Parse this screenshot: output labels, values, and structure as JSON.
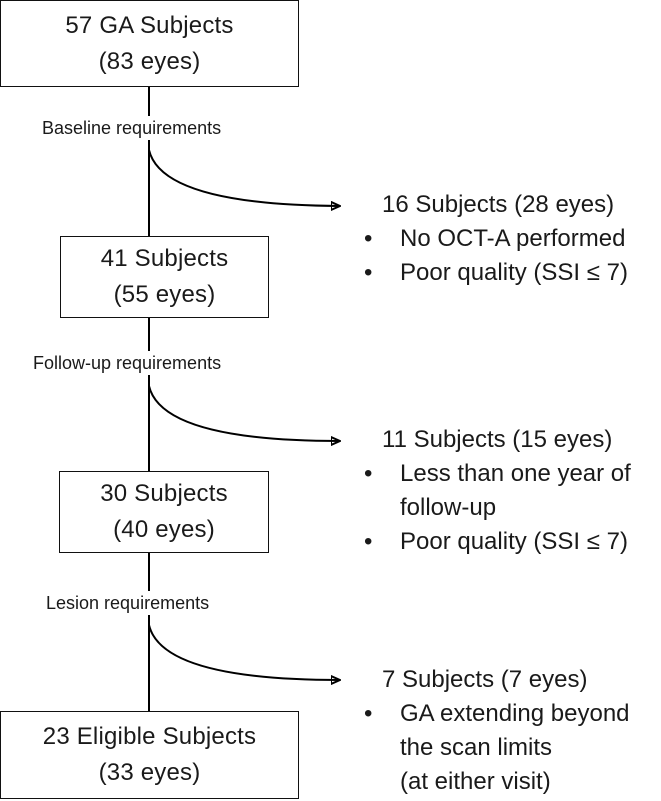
{
  "boxes": {
    "initial": {
      "title": "57 GA Subjects",
      "subtitle": "(83 eyes)"
    },
    "baseline": {
      "title": "41 Subjects",
      "subtitle": "(55 eyes)"
    },
    "followup": {
      "title": "30 Subjects",
      "subtitle": "(40 eyes)"
    },
    "eligible": {
      "title": "23 Eligible Subjects",
      "subtitle": "(33 eyes)"
    }
  },
  "steps": {
    "baseline": "Baseline requirements",
    "followup": "Follow-up requirements",
    "lesion": "Lesion requirements"
  },
  "exclusions": {
    "baseline": {
      "title": "16 Subjects (28 eyes)",
      "items": [
        "No OCT-A performed",
        "Poor quality (SSI ≤ 7)"
      ]
    },
    "followup": {
      "title": "11 Subjects (15 eyes)",
      "items": [
        [
          "Less than one year of",
          "follow-up"
        ],
        "Poor quality (SSI ≤ 7)"
      ]
    },
    "lesion": {
      "title": "7 Subjects (7 eyes)",
      "items": [
        [
          "GA extending beyond",
          "the scan limits",
          "(at either visit)"
        ]
      ]
    }
  }
}
